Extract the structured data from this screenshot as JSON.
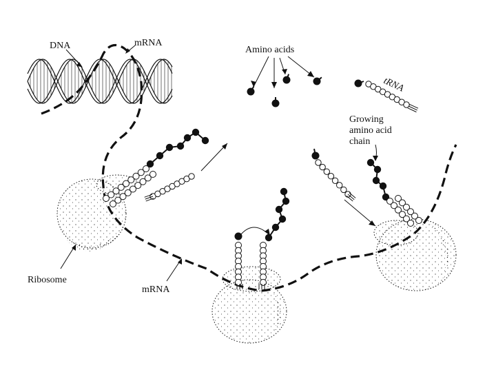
{
  "labels": {
    "dna": "DNA",
    "mrna_top": "mRNA",
    "amino_acids": "Amino acids",
    "trna": "tRNA",
    "growing_line1": "Growing",
    "growing_line2": "amino acid",
    "growing_line3": "chain",
    "ribosome": "Ribosome",
    "mrna_bottom": "mRNA"
  },
  "colors": {
    "ink": "#111111",
    "background": "#ffffff"
  }
}
